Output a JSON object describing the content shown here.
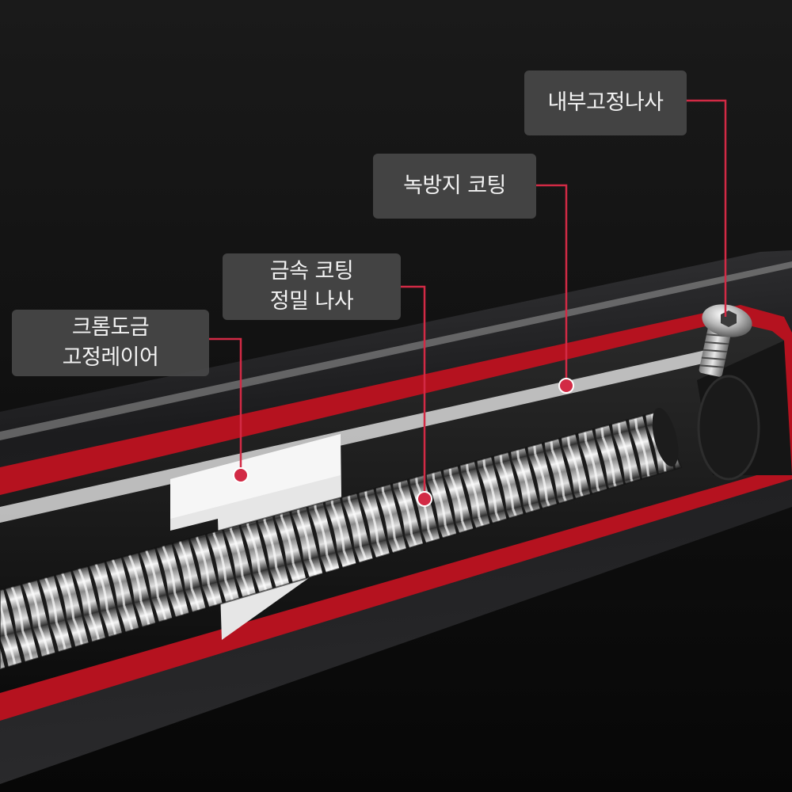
{
  "callouts": [
    {
      "id": "inner-screw",
      "text": "내부고정나사"
    },
    {
      "id": "anti-rust",
      "text": "녹방지 코팅"
    },
    {
      "id": "metal-screw",
      "line1": "금속 코팅",
      "line2": "정밀 나사"
    },
    {
      "id": "chrome-layer",
      "line1": "크롬도금",
      "line2": "고정레이어"
    }
  ],
  "colors": {
    "leader_line": "#d22a45",
    "label_bg": "#484848",
    "label_text": "#f2f2f2",
    "tube_red": "#b5121f"
  }
}
